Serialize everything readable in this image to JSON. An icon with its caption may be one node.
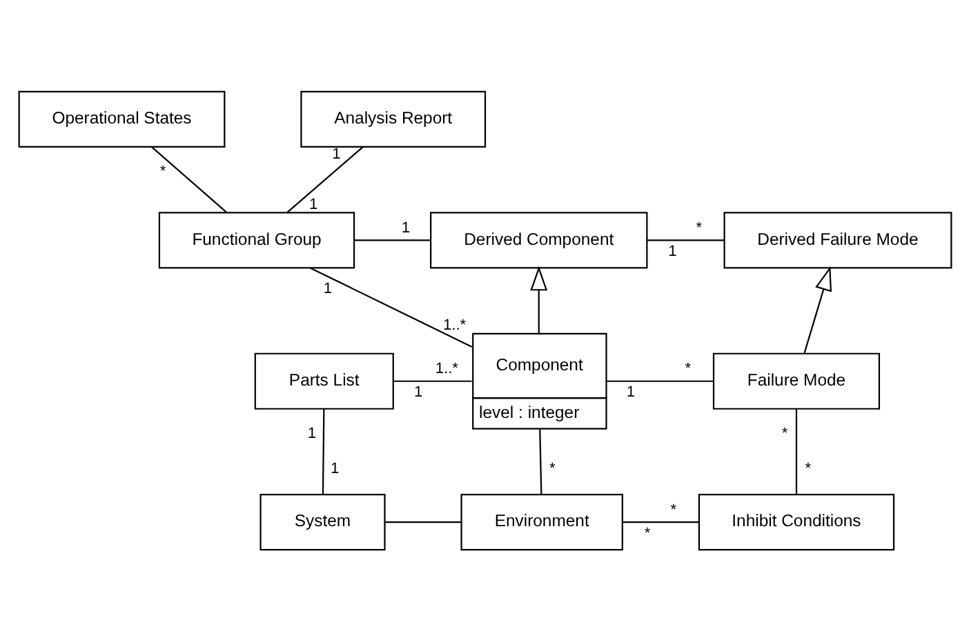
{
  "diagram": {
    "nodes": [
      {
        "text": [
          "Operational States"
        ]
      },
      {
        "text": [
          "Analysis Report"
        ]
      },
      {
        "text": [
          "Functional Group"
        ]
      },
      {
        "text": [
          "Derived Component"
        ]
      },
      {
        "text": [
          "Derived Failure Mode"
        ]
      },
      {
        "text": [
          "Parts List"
        ]
      },
      {
        "text": [
          "Component",
          "level : integer"
        ]
      },
      {
        "text": [
          "Failure Mode"
        ]
      },
      {
        "text": [
          "System"
        ]
      },
      {
        "text": [
          "Environment"
        ]
      },
      {
        "text": [
          "Inhibit Conditions"
        ]
      }
    ],
    "edges": [
      {
        "from": 0,
        "to": 2,
        "arrow": "none"
      },
      {
        "from": 1,
        "to": 2,
        "arrow": "none"
      },
      {
        "from": 2,
        "to": 3,
        "arrow": "none"
      },
      {
        "from": 2,
        "to": 6,
        "arrow": "none"
      },
      {
        "from": 3,
        "to": 4,
        "arrow": "none"
      },
      {
        "from": 6,
        "to": 3,
        "arrow": "to"
      },
      {
        "from": 7,
        "to": 4,
        "arrow": "to"
      },
      {
        "from": 5,
        "to": 6,
        "arrow": "none"
      },
      {
        "from": 6,
        "to": 7,
        "arrow": "none"
      },
      {
        "from": 6,
        "to": 9,
        "arrow": "none"
      },
      {
        "from": 5,
        "to": 8,
        "arrow": "none"
      },
      {
        "from": 8,
        "to": 9,
        "arrow": "none"
      },
      {
        "from": 9,
        "to": 10,
        "arrow": "none"
      },
      {
        "from": 7,
        "to": 10,
        "arrow": "none"
      }
    ],
    "labels": [
      "1",
      "*",
      "*",
      "1",
      "1",
      "1",
      "1",
      "1..*",
      "1",
      "1..*",
      "1",
      "*",
      "1",
      "*",
      "1",
      "*",
      "*",
      "*",
      "*"
    ]
  }
}
